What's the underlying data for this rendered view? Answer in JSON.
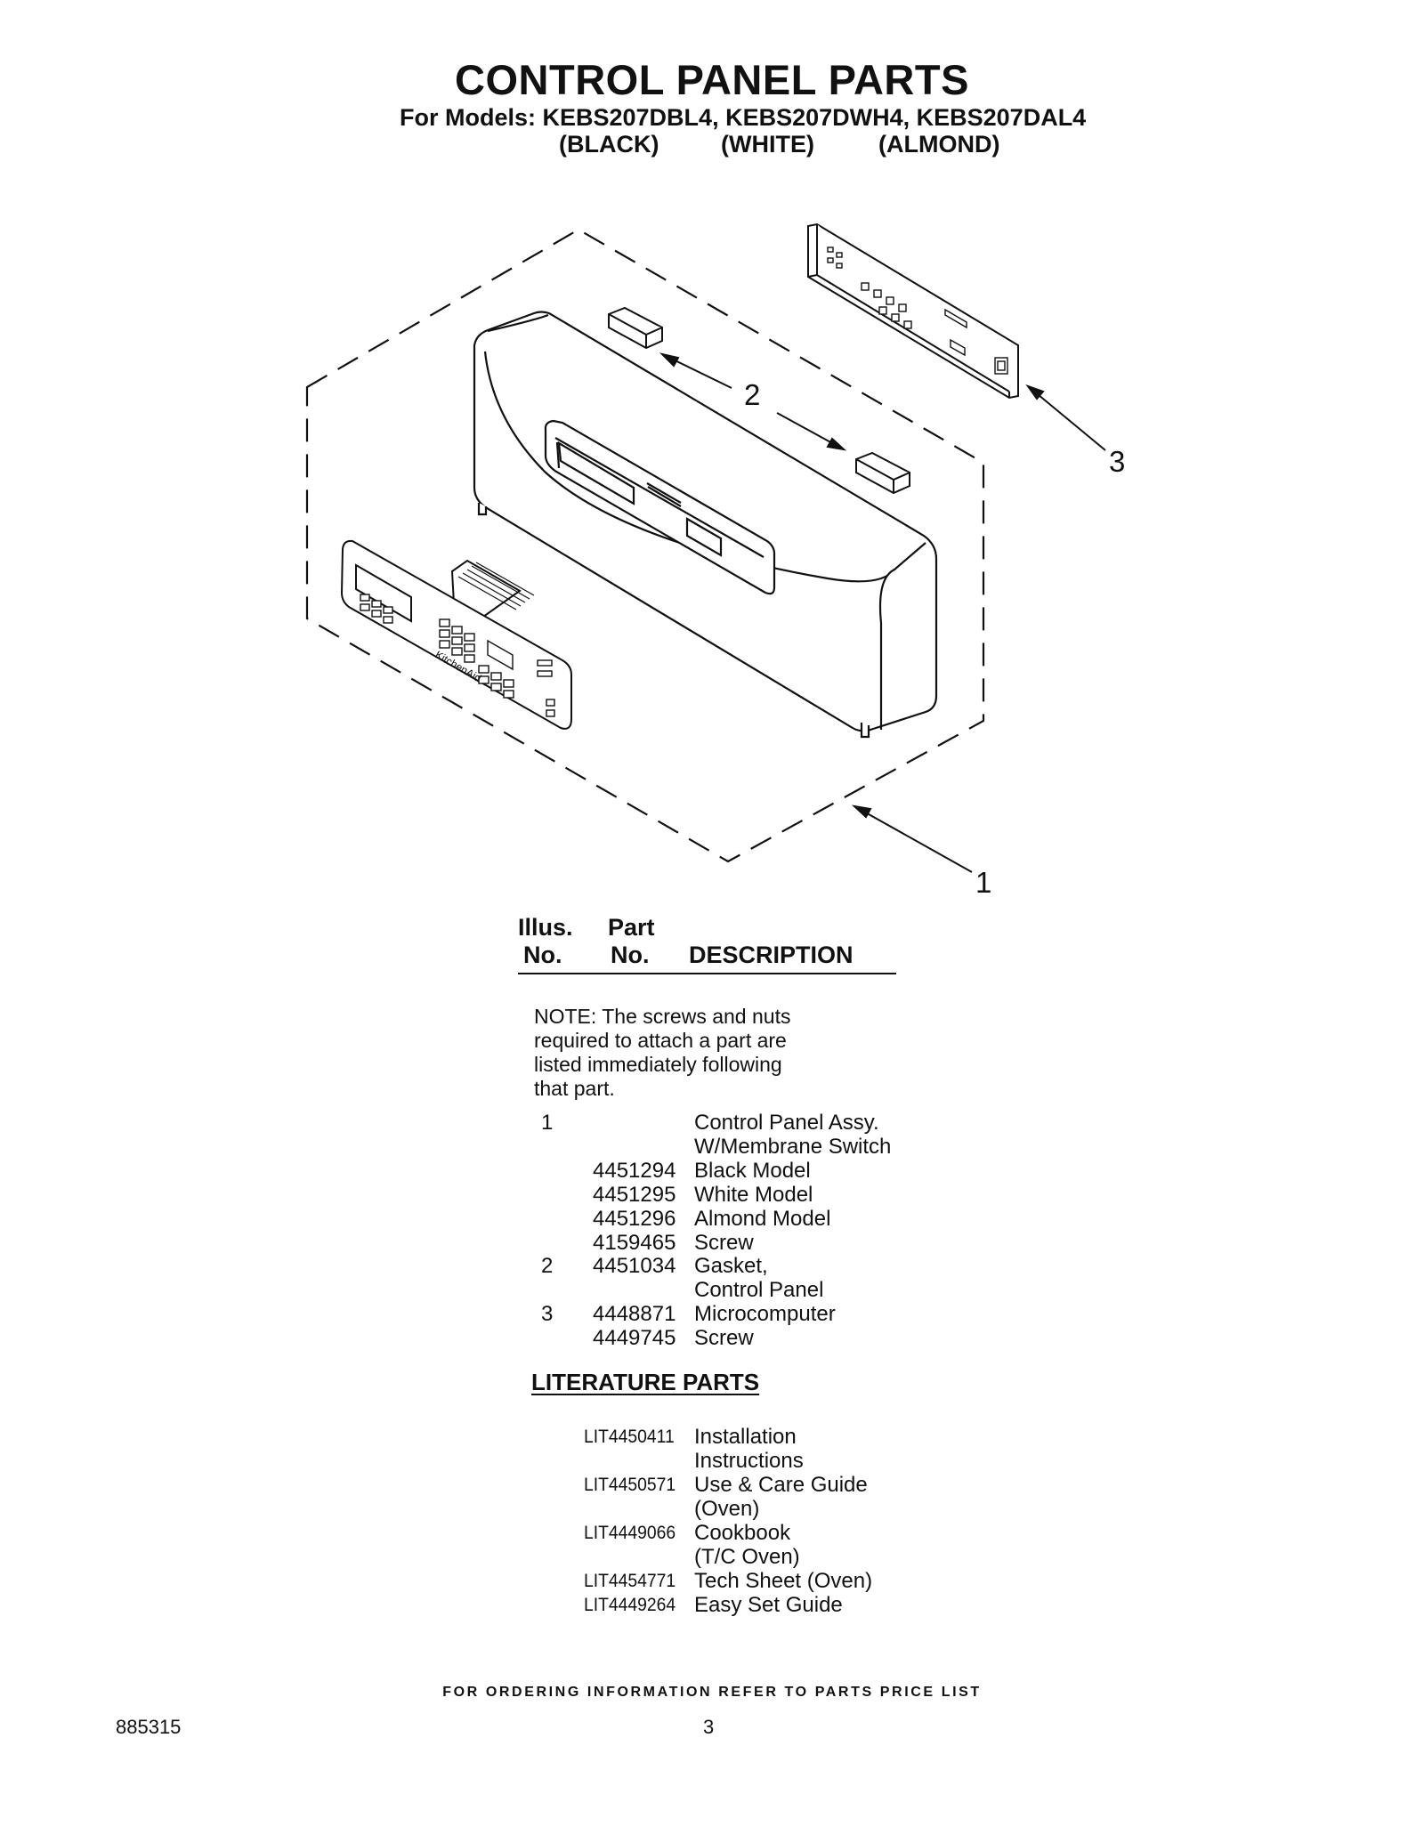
{
  "title": "CONTROL PANEL PARTS",
  "models_line": "For Models: KEBS207DBL4, KEBS207DWH4, KEBS207DAL4",
  "colors": [
    "(BLACK)",
    "(WHITE)",
    "(ALMOND)"
  ],
  "diagram": {
    "callouts": [
      "1",
      "2",
      "3"
    ],
    "brand_text": "KitchenAid"
  },
  "table": {
    "header_illus": [
      "Illus.",
      "No."
    ],
    "header_part": [
      "Part",
      "No."
    ],
    "header_desc": "DESCRIPTION",
    "note": [
      "NOTE: The screws and nuts",
      "required to attach a part are",
      "listed immediately following",
      "that part."
    ],
    "rows": [
      {
        "illus": "1",
        "part": "",
        "desc": "Control Panel Assy."
      },
      {
        "illus": "",
        "part": "",
        "desc": "W/Membrane Switch"
      },
      {
        "illus": "",
        "part": "4451294",
        "desc": "Black Model"
      },
      {
        "illus": "",
        "part": "4451295",
        "desc": "White Model"
      },
      {
        "illus": "",
        "part": "4451296",
        "desc": "Almond Model"
      },
      {
        "illus": "",
        "part": "4159465",
        "desc": "Screw"
      },
      {
        "illus": "2",
        "part": "4451034",
        "desc": "Gasket,"
      },
      {
        "illus": "",
        "part": "",
        "desc": "Control Panel"
      },
      {
        "illus": "3",
        "part": "4448871",
        "desc": "Microcomputer"
      },
      {
        "illus": "",
        "part": "4449745",
        "desc": "Screw"
      }
    ]
  },
  "literature": {
    "title": "LITERATURE PARTS",
    "rows": [
      {
        "part": "LIT4450411",
        "desc": "Installation"
      },
      {
        "part": "",
        "desc": "Instructions"
      },
      {
        "part": "LIT4450571",
        "desc": "Use & Care Guide"
      },
      {
        "part": "",
        "desc": "(Oven)"
      },
      {
        "part": "LIT4449066",
        "desc": "Cookbook"
      },
      {
        "part": "",
        "desc": "(T/C Oven)"
      },
      {
        "part": "LIT4454771",
        "desc": "Tech Sheet (Oven)"
      },
      {
        "part": "LIT4449264",
        "desc": "Easy Set Guide"
      }
    ]
  },
  "footer": "FOR ORDERING INFORMATION REFER TO PARTS PRICE LIST",
  "doc_number": "885315",
  "page_number": "3"
}
